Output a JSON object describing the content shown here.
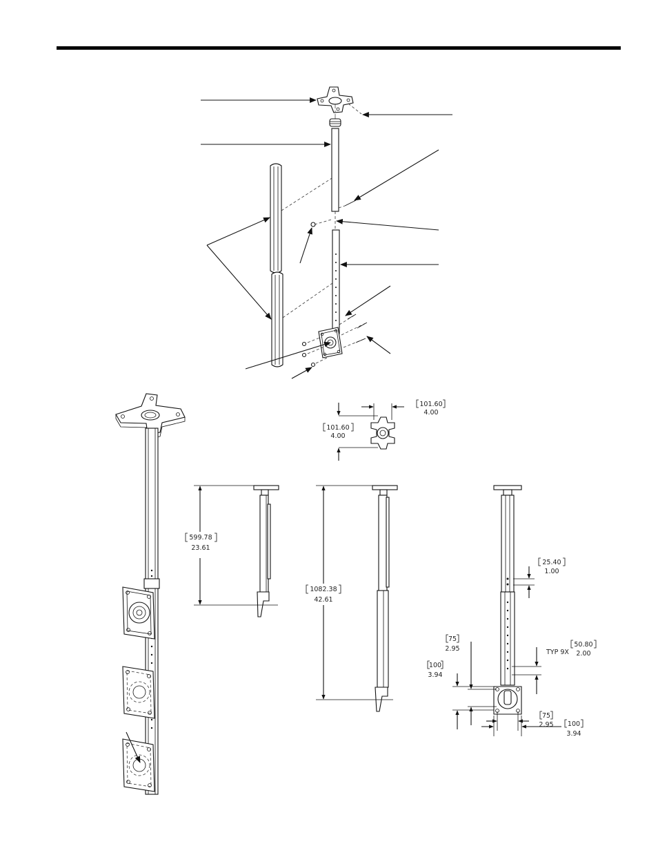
{
  "dimensions": {
    "flange_width": {
      "mm": "101.60",
      "in": "4.00"
    },
    "flange_height": {
      "mm": "101.60",
      "in": "4.00"
    },
    "short_height": {
      "mm": "599.78",
      "in": "23.61"
    },
    "long_height": {
      "mm": "1082.38",
      "in": "42.61"
    },
    "hole_spacing": {
      "mm": "25.40",
      "in": "1.00"
    },
    "hole_pitch": {
      "mm": "50.80",
      "in": "2.00",
      "note": "TYP 9X"
    },
    "vesa_v75": {
      "mm": "75",
      "in": "2.95"
    },
    "vesa_v100": {
      "mm": "100",
      "in": "3.94"
    },
    "vesa_h75": {
      "mm": "75",
      "in": "2.95"
    },
    "vesa_h100": {
      "mm": "100",
      "in": "3.94"
    }
  }
}
